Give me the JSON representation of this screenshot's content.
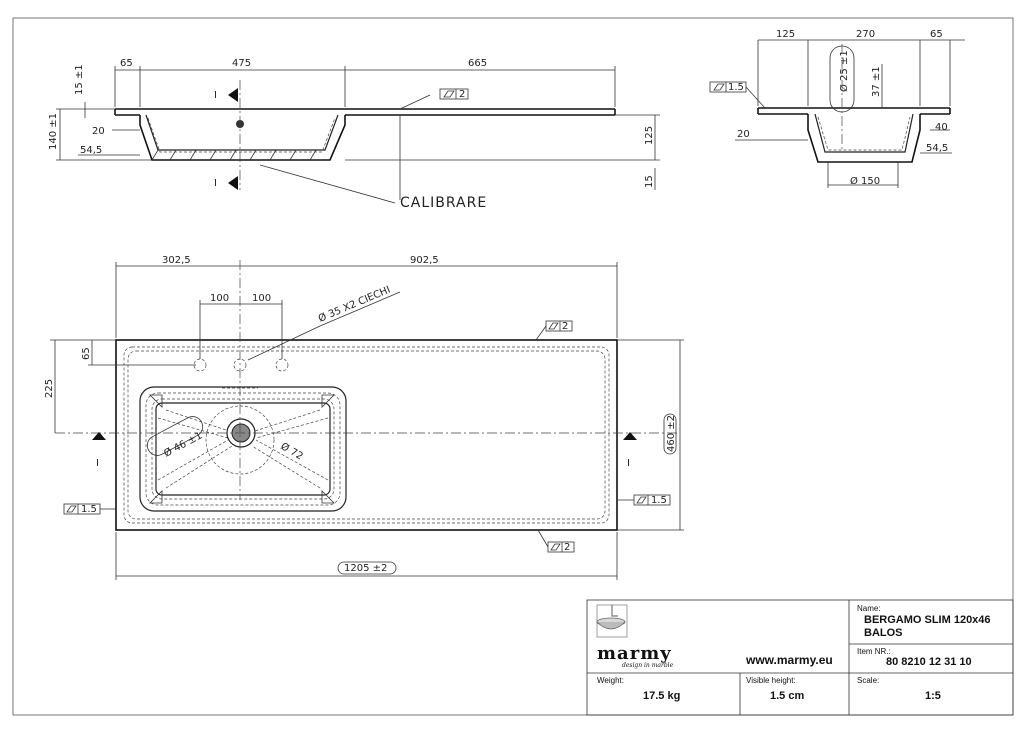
{
  "side_view": {
    "dims_top": [
      "65",
      "475",
      "665"
    ],
    "dims_left": [
      "15 ±1",
      "140 ±1",
      "20",
      "54,5"
    ],
    "dims_right": [
      "125",
      "15"
    ],
    "section_mark": "I",
    "flatness": "2",
    "note": "CALIBRARE"
  },
  "end_view": {
    "dims_top": [
      "125",
      "270",
      "65"
    ],
    "dims_side": [
      "37 ±1",
      "Ø 25 ±1",
      "20",
      "40",
      "54,5"
    ],
    "flatness": "1.5",
    "drain": "Ø 150"
  },
  "top_view": {
    "dims_top": [
      "302,5",
      "902,5"
    ],
    "dims_holes": [
      "100",
      "100"
    ],
    "holes_note": "Ø 35 X2 CIECHI",
    "dims_left": [
      "65",
      "225"
    ],
    "dim_right": "460 ±2",
    "dim_bottom": "1205 ±2",
    "dia_small": "Ø 46 ±1",
    "dia_drain": "Ø 72",
    "section_mark": "I",
    "flatness_a": "2",
    "flatness_b": "1.5",
    "flatness_c": "1.5",
    "flatness_d": "2"
  },
  "title_block": {
    "name_label": "Name:",
    "name_value_1": "BERGAMO SLIM 120x46",
    "name_value_2": "BALOS",
    "item_label": "Item NR.:",
    "item_value": "80 8210 12 31 10",
    "brand": "marmy",
    "brand_tagline": "design in marble",
    "website": "www.marmy.eu",
    "weight_label": "Weight:",
    "weight_value": "17.5 kg",
    "visible_height_label": "Visible height:",
    "visible_height_value": "1.5 cm",
    "scale_label": "Scale:",
    "scale_value": "1:5"
  }
}
